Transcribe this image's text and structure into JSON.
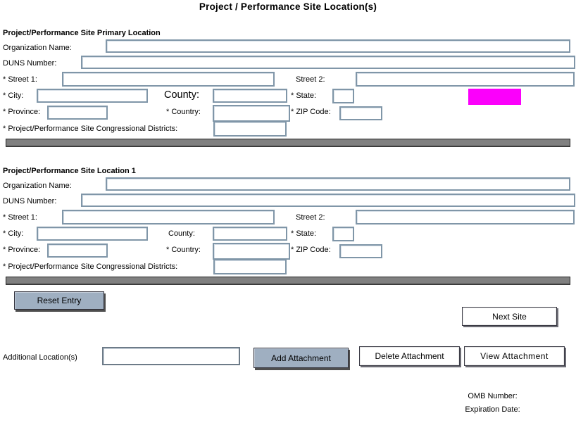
{
  "title": "Project / Performance Site Location(s)",
  "sections": {
    "primary": {
      "heading": "Project/Performance Site Primary Location",
      "org_label": "Organization Name:",
      "duns_label": "DUNS Number:",
      "street1_label": "* Street 1:",
      "street2_label": "Street 2:",
      "city_label": "* City:",
      "county_label": "County:",
      "state_label": "* State:",
      "province_label": "* Province:",
      "country_label": "* Country:",
      "zip_label": "* ZIP Code:",
      "congressional_label": "* Project/Performance Site Congressional Districts:",
      "field_values": {
        "org": "",
        "duns": "",
        "street1": "",
        "street2": "",
        "city": "",
        "county": "",
        "state": "",
        "province": "",
        "country": "",
        "zip": "",
        "congressional": ""
      }
    },
    "location1": {
      "heading": "Project/Performance Site Location 1",
      "org_label": "Organization Name:",
      "duns_label": "DUNS Number:",
      "street1_label": "* Street 1:",
      "street2_label": "Street 2:",
      "city_label": "* City:",
      "county_label": "County:",
      "state_label": "* State:",
      "province_label": "* Province:",
      "country_label": "* Country:",
      "zip_label": "* ZIP Code:",
      "congressional_label": "* Project/Performance Site Congressional Districts:",
      "field_values": {
        "org": "",
        "duns": "",
        "street1": "",
        "street2": "",
        "city": "",
        "county": "",
        "state": "",
        "province": "",
        "country": "",
        "zip": "",
        "congressional": ""
      }
    }
  },
  "buttons": {
    "reset_entry": "Reset Entry",
    "next_site": "Next Site",
    "add_attachment": "Add Attachment",
    "delete_attachment": "Delete Attachment",
    "view_attachment": "View Attachment"
  },
  "additional": {
    "label": "Additional Location(s)",
    "value": ""
  },
  "footer": {
    "omb_label": "OMB Number:",
    "expiration_label": "Expiration Date:"
  },
  "colors": {
    "highlight": "#fb00fb",
    "button_fill": "#9fafc1",
    "divider": "#808080",
    "field_border": "#8096a8"
  }
}
